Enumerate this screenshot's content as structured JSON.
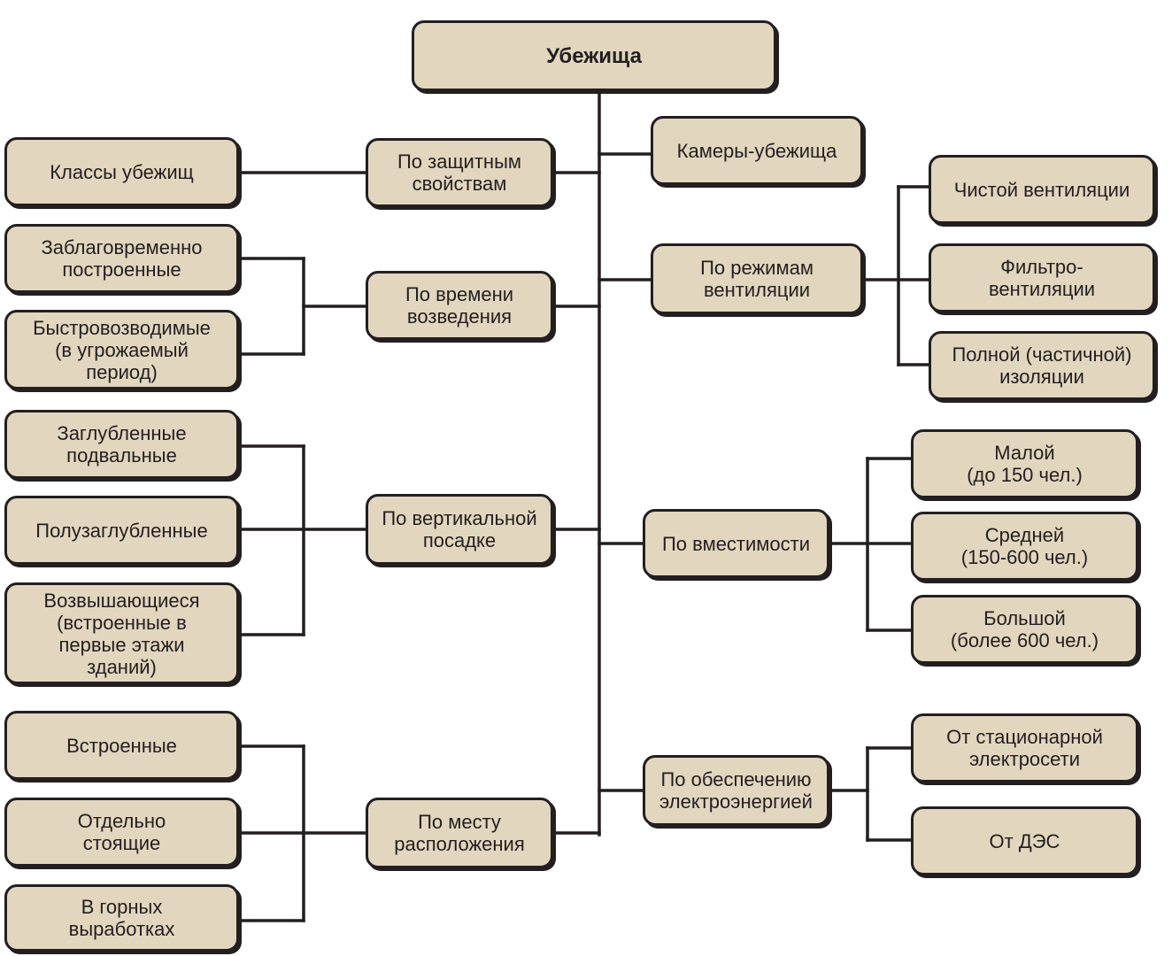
{
  "diagram": {
    "root": "Убежища",
    "left": {
      "protective": {
        "label": "По защитным\nсвойствам",
        "children": [
          "Классы убежищ"
        ]
      },
      "construction_time": {
        "label": "По времени\nвозведения",
        "children": [
          "Заблаговременно\nпостроенные",
          "Быстровозводимые\n(в угрожаемый\nпериод)"
        ]
      },
      "vertical": {
        "label": "По вертикальной\nпосадке",
        "children": [
          "Заглубленные\nподвальные",
          "Полузаглубленные",
          "Возвышающиеся\n(встроенные в\nпервые этажи\nзданий)"
        ]
      },
      "location": {
        "label": "По месту\nрасположения",
        "children": [
          "Встроенные",
          "Отдельно\nстоящие",
          "В горных\nвыработках"
        ]
      }
    },
    "right": {
      "chambers": {
        "label": "Камеры-убежища"
      },
      "ventilation": {
        "label": "По режимам\nвентиляции",
        "children": [
          "Чистой вентиляции",
          "Фильтро-\nвентиляции",
          "Полной (частичной)\nизоляции"
        ]
      },
      "capacity": {
        "label": "По вместимости",
        "children": [
          "Малой\n(до 150 чел.)",
          "Средней\n(150-600 чел.)",
          "Большой\n(более 600 чел.)"
        ]
      },
      "power": {
        "label": "По обеспечению\nэлектроэнергией",
        "children": [
          "От стационарной\nэлектросети",
          "От ДЭС"
        ]
      }
    }
  },
  "colors": {
    "box_fill": "#e2d6bf",
    "line": "#231f20"
  }
}
